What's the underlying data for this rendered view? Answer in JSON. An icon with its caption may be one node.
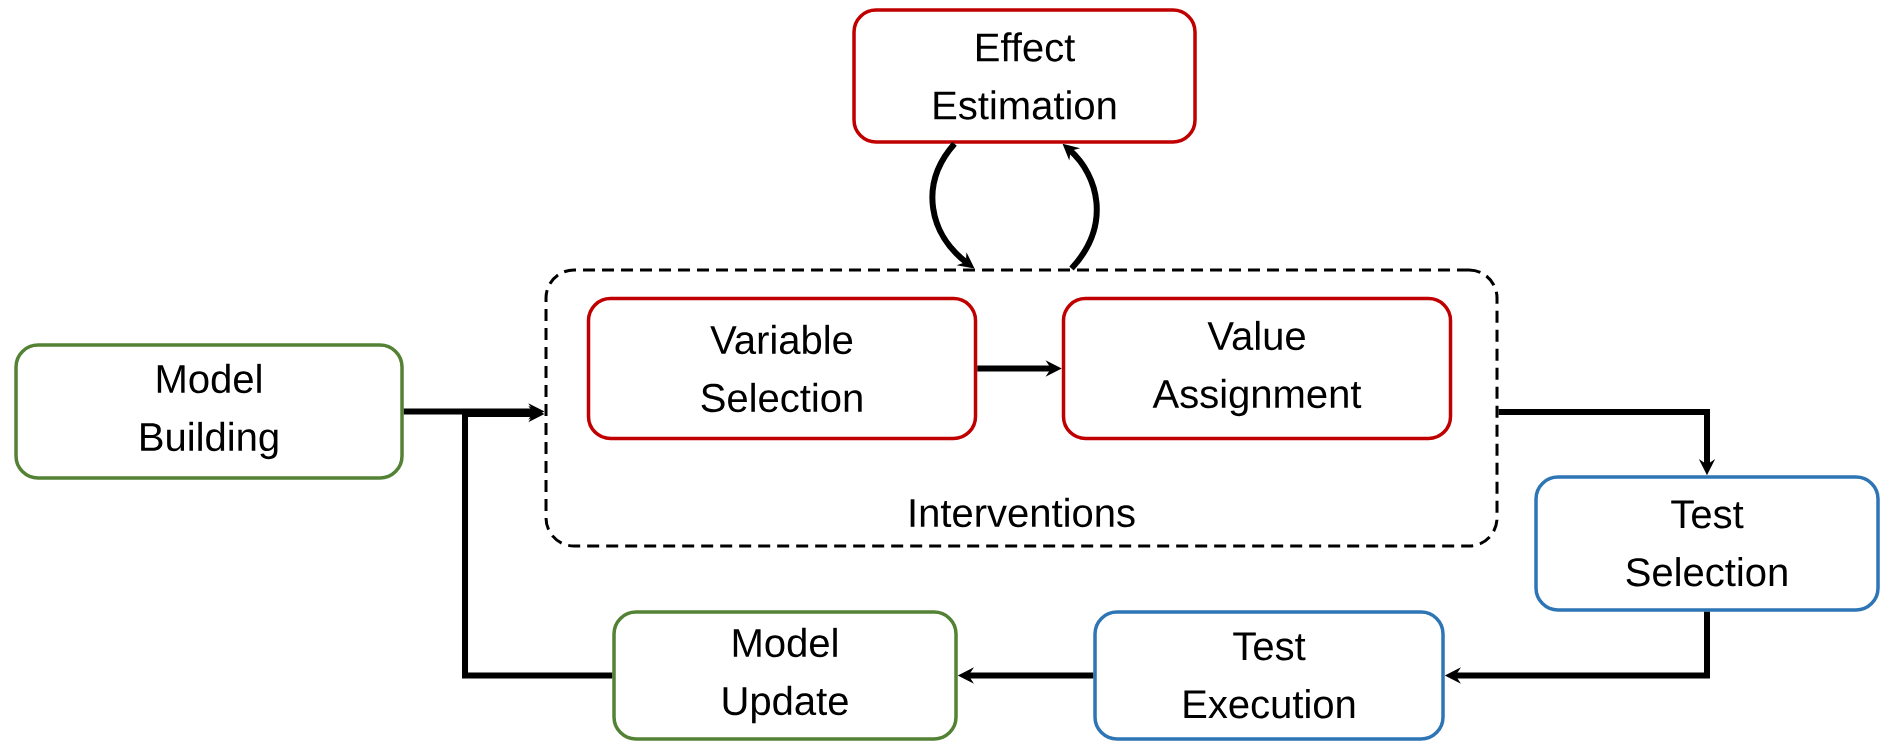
{
  "diagram": {
    "nodes": [
      {
        "text": [
          "Effect Estimation"
        ]
      },
      {
        "text": [
          "Interventions"
        ]
      },
      {
        "text": [
          "Variable Selection"
        ],
        "in": 1
      },
      {
        "text": [
          "Value Assignment"
        ],
        "in": 1
      },
      {
        "text": [
          "Model Building"
        ]
      },
      {
        "text": [
          "Test Selection"
        ]
      },
      {
        "text": [
          "Test Execution"
        ]
      },
      {
        "text": [
          "Model Update"
        ]
      }
    ],
    "edges": [
      {
        "from": 4,
        "to": 1,
        "arrow": "to"
      },
      {
        "from": 7,
        "to": 1,
        "arrow": "to"
      },
      {
        "from": 2,
        "to": 3,
        "arrow": "to"
      },
      {
        "from": 1,
        "to": 5,
        "arrow": "to"
      },
      {
        "from": 5,
        "to": 6,
        "arrow": "to"
      },
      {
        "from": 6,
        "to": 7,
        "arrow": "to"
      },
      {
        "from": 1,
        "to": 0,
        "arrow": "to"
      },
      {
        "from": 0,
        "to": 1,
        "arrow": "to"
      }
    ]
  }
}
